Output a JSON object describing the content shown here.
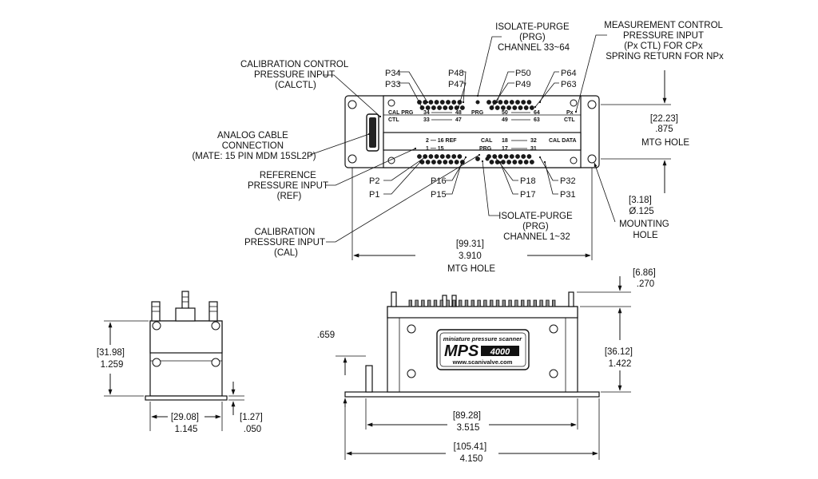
{
  "top_view": {
    "callouts": {
      "calibration_control": [
        "CALIBRATION CONTROL",
        "PRESSURE INPUT",
        "(CALCTL)"
      ],
      "analog_cable": [
        "ANALOG CABLE",
        "CONNECTION",
        "(MATE: 15 PIN MDM 15SL2P)"
      ],
      "reference": [
        "REFERENCE",
        "PRESSURE INPUT",
        "(REF)"
      ],
      "calibration": [
        "CALIBRATION",
        "PRESSURE INPUT",
        "(CAL)"
      ],
      "isolate_purge_top": [
        "ISOLATE-PURGE",
        "(PRG)",
        "CHANNEL 33~64"
      ],
      "measurement_control": [
        "MEASUREMENT CONTROL",
        "PRESSURE INPUT",
        "(Px CTL) FOR CPx",
        "SPRING RETURN FOR NPx"
      ],
      "isolate_purge_bottom": [
        "ISOLATE-PURGE",
        "(PRG)",
        "CHANNEL 1~32"
      ],
      "mounting_hole": [
        "MOUNTING",
        "HOLE"
      ]
    },
    "pins": {
      "p34": "P34",
      "p33": "P33",
      "p48": "P48",
      "p47": "P47",
      "p50": "P50",
      "p49": "P49",
      "p64": "P64",
      "p63": "P63",
      "p2": "P2",
      "p1": "P1",
      "p16": "P16",
      "p15": "P15",
      "p18": "P18",
      "p17": "P17",
      "p32": "P32",
      "p31": "P31"
    },
    "plate_text": {
      "cal_prg": "CAL PRG",
      "ctl": "CTL",
      "n34": "34",
      "n48": "48",
      "prg": "PRG",
      "n50": "50",
      "n64": "64",
      "px": "Px",
      "ctl_right": "CTL",
      "n33": "33",
      "n47": "47",
      "n49": "49",
      "n63": "63",
      "n2_16_ref": "2 — 16 REF",
      "cal": "CAL",
      "n18": "18",
      "n32": "32",
      "cal_data": "CAL DATA",
      "n1_15": "1 — 15",
      "prg_bottom": "PRG",
      "n17": "17",
      "n31": "31"
    },
    "dimensions": {
      "mtg_height": [
        "[22.23]",
        ".875",
        "MTG HOLE"
      ],
      "mounting_hole_dia": [
        "[3.18]",
        "Ø.125"
      ],
      "mtg_width": [
        "[99.31]",
        "3.910",
        "MTG HOLE"
      ]
    }
  },
  "side_view": {
    "height": [
      "[31.98]",
      "1.259"
    ],
    "width": [
      "[29.08]",
      "1.145"
    ],
    "base": [
      "[1.27]",
      ".050"
    ]
  },
  "front_view": {
    "label_line1": "miniature pressure scanner",
    "logo": "MPS",
    "logo_suffix": "4000",
    "website": "www.scanivalve.com",
    "dims": {
      "inset": ".659",
      "top": [
        "[6.86]",
        ".270"
      ],
      "height": [
        "[36.12]",
        "1.422"
      ],
      "inner_width": [
        "[89.28]",
        "3.515"
      ],
      "overall_width": [
        "[105.41]",
        "4.150"
      ]
    }
  }
}
